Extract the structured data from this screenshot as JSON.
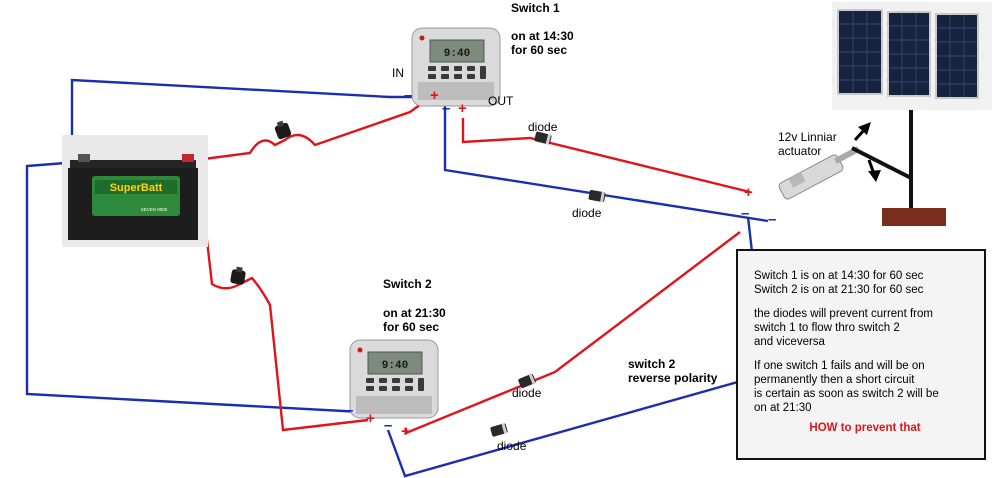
{
  "switch1": {
    "title": "Switch  1",
    "schedule_line1": "on at 14:30",
    "schedule_line2": "for 60 sec",
    "display": "9:40",
    "in_label": "IN",
    "out_label": "OUT"
  },
  "switch2": {
    "title": "Switch 2",
    "schedule_line1": "on at 21:30",
    "schedule_line2": "for 60 sec",
    "display": "9:40"
  },
  "battery": {
    "brand": "SuperBatt",
    "model": "SEVEN 9000"
  },
  "actuator": {
    "label_line1": "12v Linniar",
    "label_line2": "actuator"
  },
  "diodes": {
    "d1": "diode",
    "d2": "diode",
    "d3": "diode",
    "d4": "diode"
  },
  "reverse_label": {
    "line1": "switch 2",
    "line2": "reverse polarity"
  },
  "terminals": {
    "plus": "+",
    "minus": "–"
  },
  "note": {
    "para1": [
      "Switch 1 is on at 14:30  for 60 sec",
      "Switch 2 is on at 21:30 for 60 sec"
    ],
    "para2": [
      "the diodes will prevent current from",
      "switch 1 to flow thro switch 2",
      "and viceversa"
    ],
    "para3": [
      "If one switch 1 fails  and will be on",
      " permanently then a short circuit",
      " is certain as soon as switch 2 will be",
      "on at 21:30"
    ],
    "cta": "HOW to prevent that"
  },
  "colors": {
    "red_wire": "#e0141b",
    "blue_wire": "#1a2fb0",
    "cta": "#e0141b"
  }
}
